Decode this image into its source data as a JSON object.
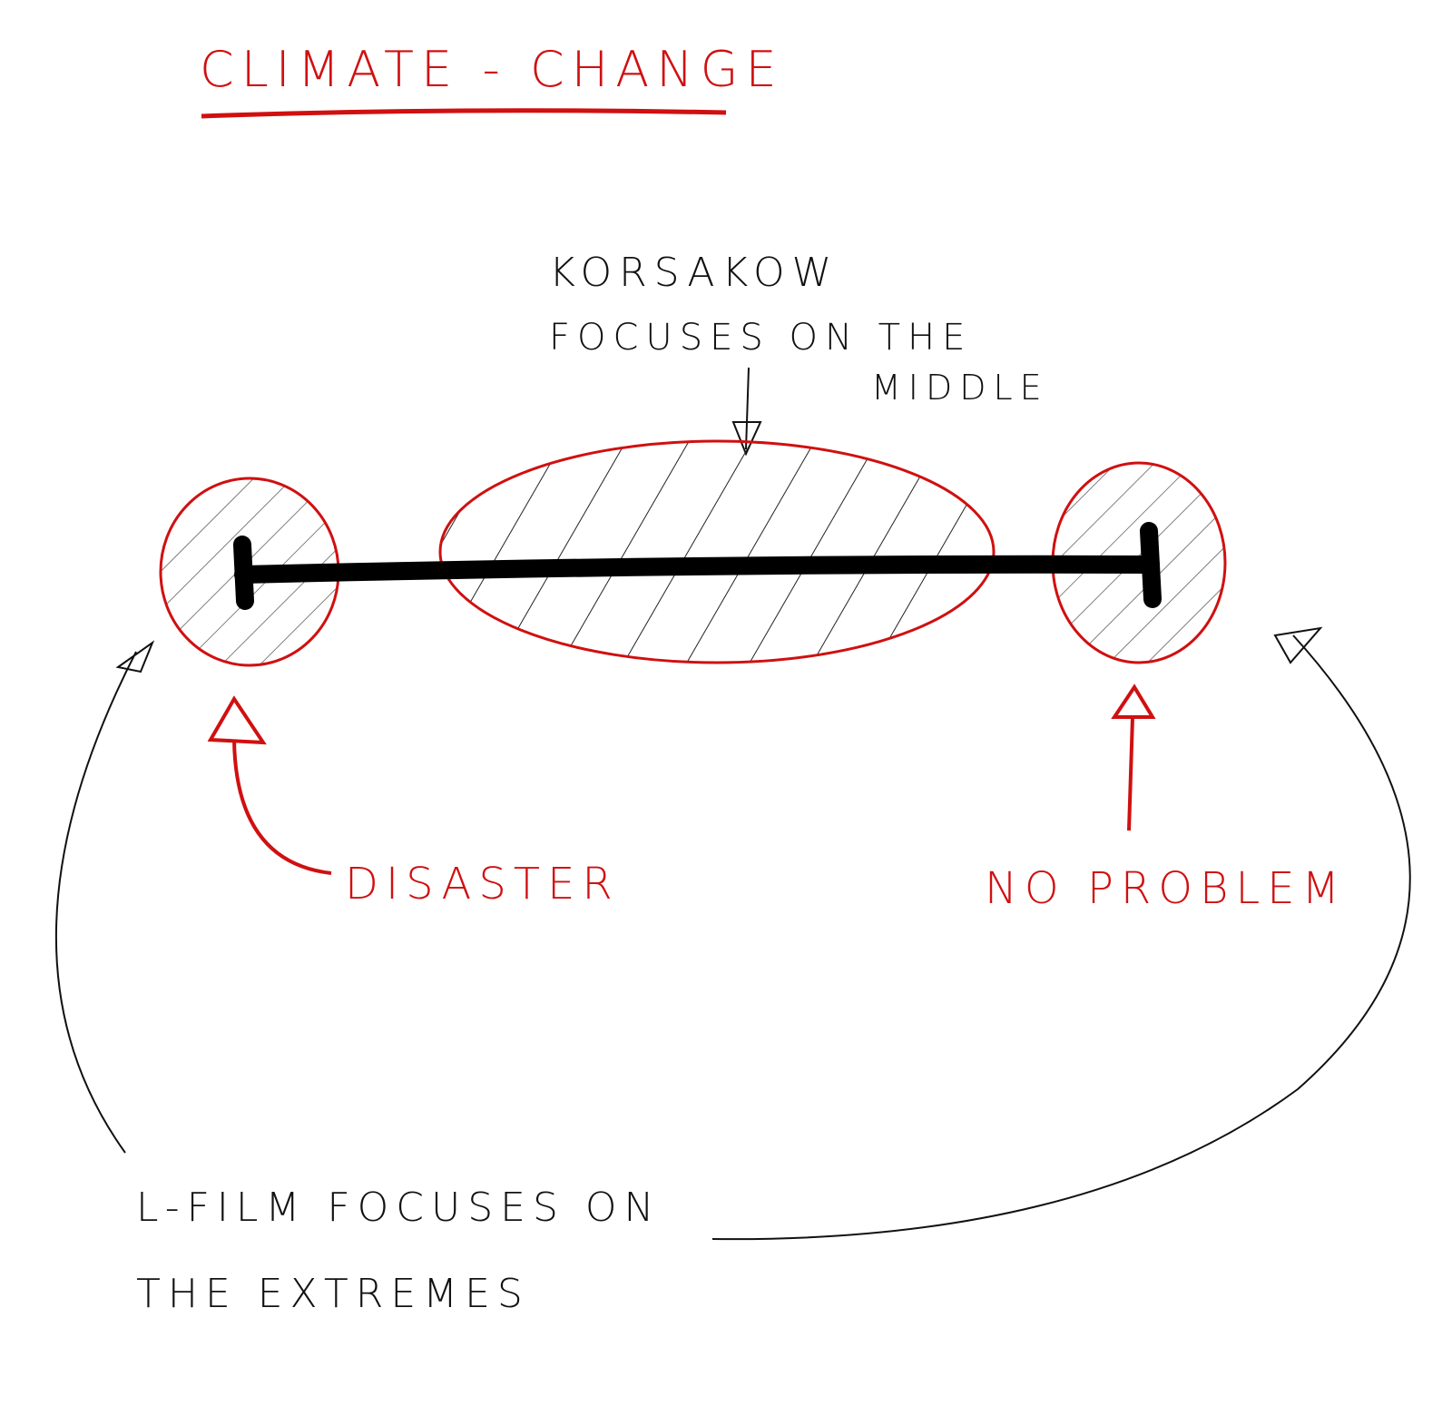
{
  "title": "CLIMATE - CHANGE",
  "korsakow_note": [
    "KORSAKOW",
    "FOCUSES ON THE",
    "MIDDLE"
  ],
  "left_label": "DISASTER",
  "right_label": "NO PROBLEM",
  "lfilm_note": [
    "L-FILM FOCUSES ON",
    "THE EXTREMES"
  ],
  "colors": {
    "red": "#d01010",
    "ink": "#111111"
  }
}
